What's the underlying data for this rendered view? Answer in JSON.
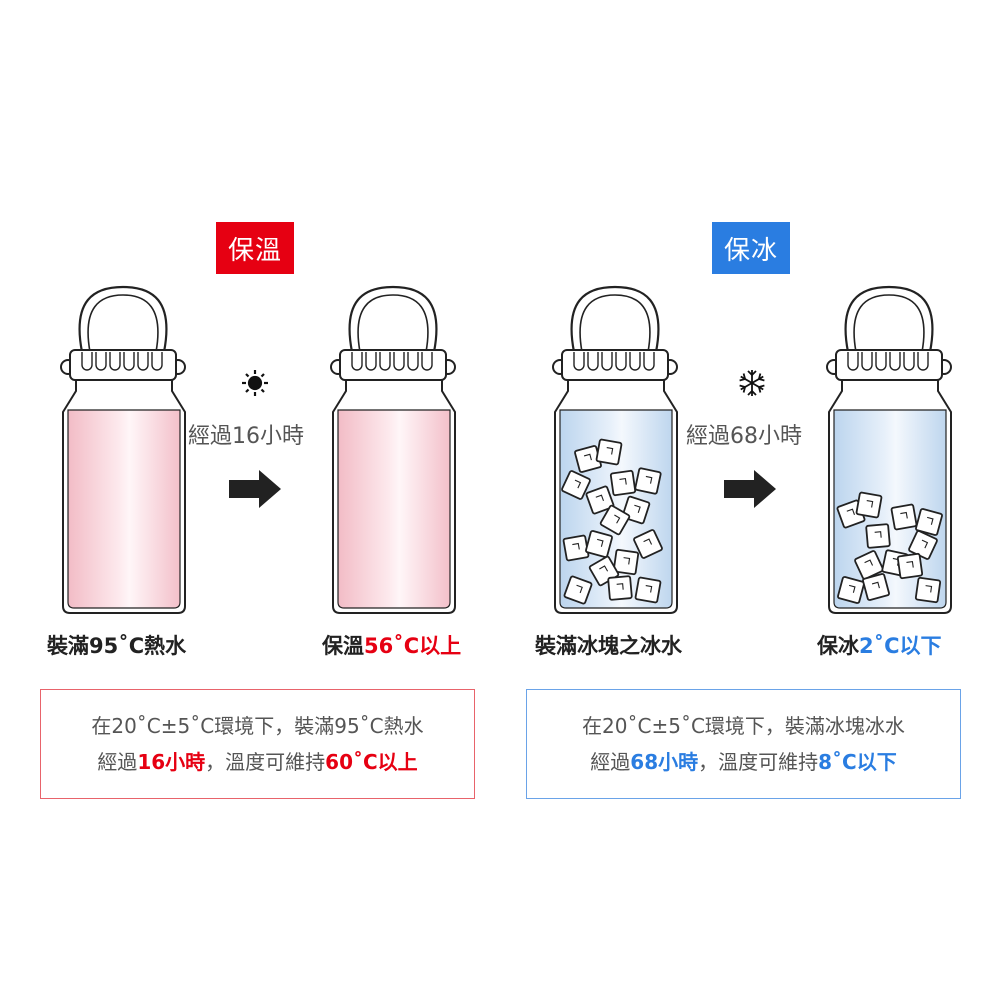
{
  "colors": {
    "red": "#e60012",
    "blue": "#2a7de1",
    "gray_border": "#999999"
  },
  "badges": {
    "warm": "保溫",
    "cold": "保冰"
  },
  "icons": {
    "warm": "sun-icon",
    "cold": "snowflake-icon",
    "arrow": "right-arrow-icon"
  },
  "arrows": {
    "warm_hours": "經過16小時",
    "cold_hours": "經過68小時"
  },
  "captions": {
    "c1": "裝滿95˚C熱水",
    "c2_prefix": "保溫",
    "c2_value": "56˚C以上",
    "c3": "裝滿冰塊之冰水",
    "c4_prefix": "保冰",
    "c4_value": "2˚C以下"
  },
  "info": {
    "warm": {
      "line1": "在20˚C±5˚C環境下，裝滿95˚C熱水",
      "line2_a": "經過",
      "line2_b": "16小時",
      "line2_c": "，溫度可維持",
      "line2_d": "60˚C以上"
    },
    "cold": {
      "line1": "在20˚C±5˚C環境下，裝滿冰塊冰水",
      "line2_a": "經過",
      "line2_b": "68小時",
      "line2_c": "，溫度可維持",
      "line2_d": "8˚C以下"
    }
  }
}
